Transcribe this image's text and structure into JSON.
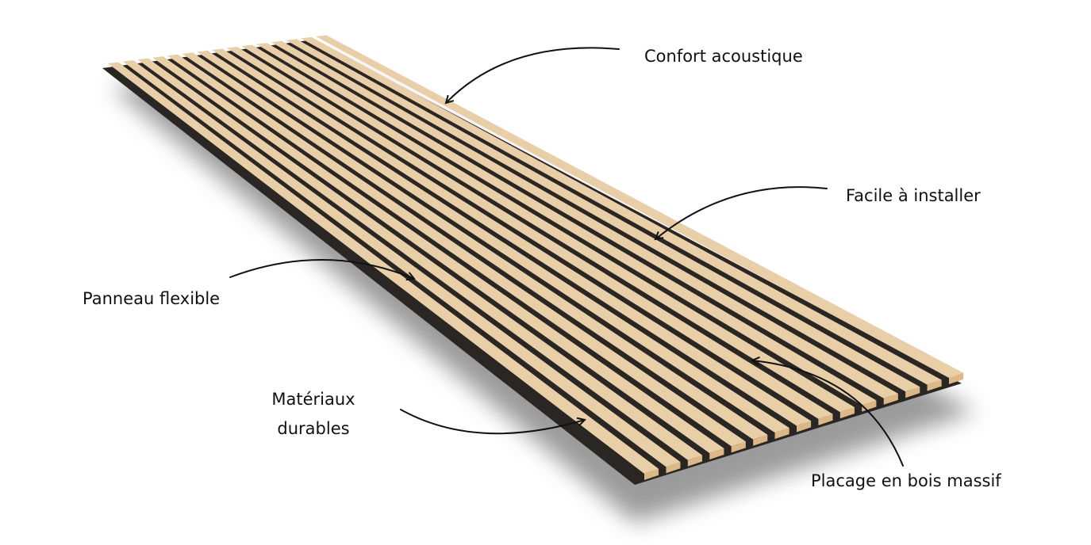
{
  "labels": {
    "confort": "Confort acoustique",
    "facile": "Facile à installer",
    "panneau": "Panneau flexible",
    "materiaux_line1": "Matériaux",
    "materiaux_line2": "durables",
    "placage": "Placage en bois massif"
  },
  "product": {
    "slat_count": 15,
    "colors": {
      "slat_top": "#e9cfa8",
      "slat_side": "#c79d6c",
      "slat_end": "#dcb887",
      "backing": "#2a2624",
      "shadow": "#8a8a8a",
      "arrow": "#111111"
    }
  }
}
